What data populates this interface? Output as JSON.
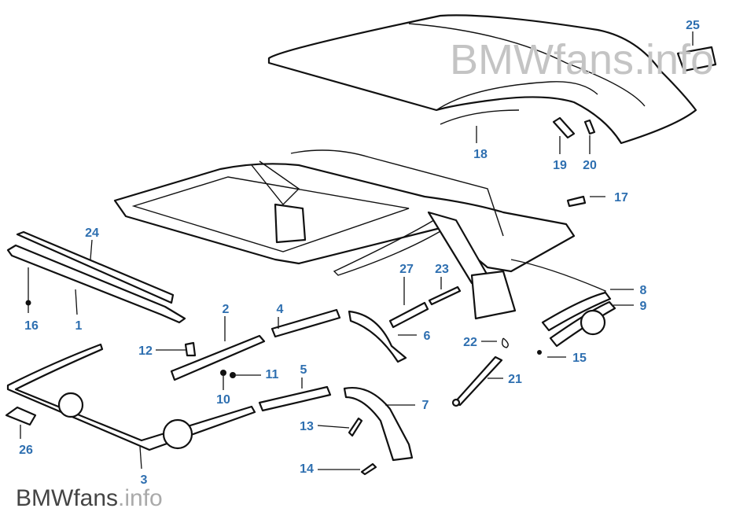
{
  "watermark_top": "BMWfans.info",
  "watermark_bottom": {
    "brand": "BMWfans",
    "suffix": ".info"
  },
  "label_color": "#2e6fb0",
  "labels": {
    "p1": "1",
    "p2": "2",
    "p3": "3",
    "p4": "4",
    "p5": "5",
    "p6": "6",
    "p7": "7",
    "p8": "8",
    "p9": "9",
    "p10": "10",
    "p11": "11",
    "p12": "12",
    "p13": "13",
    "p14": "14",
    "p15": "15",
    "p16": "16",
    "p17": "17",
    "p18": "18",
    "p19": "19",
    "p20": "20",
    "p21": "21",
    "p22": "22",
    "p23": "23",
    "p24": "24",
    "p25": "25",
    "p26": "26",
    "p27": "27"
  }
}
